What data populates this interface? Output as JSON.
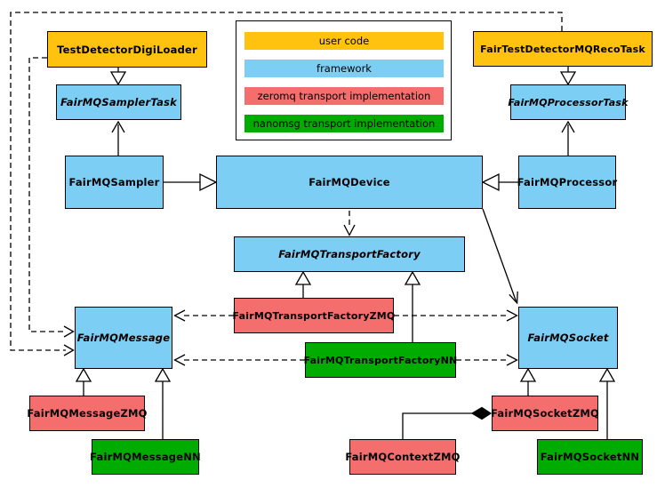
{
  "colors": {
    "user_code": "#ffc20e",
    "framework": "#7dcef4",
    "zeromq": "#f56e6e",
    "nanomsg": "#00ac00",
    "border": "#000000",
    "line": "#000000",
    "background": "#ffffff"
  },
  "legend": {
    "items": [
      {
        "label": "user code",
        "color": "#ffc20e"
      },
      {
        "label": "framework",
        "color": "#7dcef4"
      },
      {
        "label": "zeromq transport implementation",
        "color": "#f56e6e"
      },
      {
        "label": "nanomsg transport implementation",
        "color": "#00ac00"
      }
    ]
  },
  "nodes": {
    "testDetectorDigiLoader": {
      "label": "TestDetectorDigiLoader",
      "layer": "user code",
      "abstract": false
    },
    "fairTestDetectorMQRecoTask": {
      "label": "FairTestDetectorMQRecoTask",
      "layer": "user code",
      "abstract": false
    },
    "fairMQSamplerTask": {
      "label": "FairMQSamplerTask",
      "layer": "framework",
      "abstract": true
    },
    "fairMQProcessorTask": {
      "label": "FairMQProcessorTask",
      "layer": "framework",
      "abstract": true
    },
    "fairMQSampler": {
      "label": "FairMQSampler",
      "layer": "framework",
      "abstract": false
    },
    "fairMQDevice": {
      "label": "FairMQDevice",
      "layer": "framework",
      "abstract": false
    },
    "fairMQProcessor": {
      "label": "FairMQProcessor",
      "layer": "framework",
      "abstract": false
    },
    "fairMQTransportFactory": {
      "label": "FairMQTransportFactory",
      "layer": "framework",
      "abstract": true
    },
    "fairMQTransportFactoryZMQ": {
      "label": "FairMQTransportFactoryZMQ",
      "layer": "zeromq",
      "abstract": false
    },
    "fairMQTransportFactoryNN": {
      "label": "FairMQTransportFactoryNN",
      "layer": "nanomsg",
      "abstract": false
    },
    "fairMQMessage": {
      "label": "FairMQMessage",
      "layer": "framework",
      "abstract": true
    },
    "fairMQSocket": {
      "label": "FairMQSocket",
      "layer": "framework",
      "abstract": true
    },
    "fairMQMessageZMQ": {
      "label": "FairMQMessageZMQ",
      "layer": "zeromq",
      "abstract": false
    },
    "fairMQMessageNN": {
      "label": "FairMQMessageNN",
      "layer": "nanomsg",
      "abstract": false
    },
    "fairMQContextZMQ": {
      "label": "FairMQContextZMQ",
      "layer": "zeromq",
      "abstract": false
    },
    "fairMQSocketZMQ": {
      "label": "FairMQSocketZMQ",
      "layer": "zeromq",
      "abstract": false
    },
    "fairMQSocketNN": {
      "label": "FairMQSocketNN",
      "layer": "nanomsg",
      "abstract": false
    }
  }
}
